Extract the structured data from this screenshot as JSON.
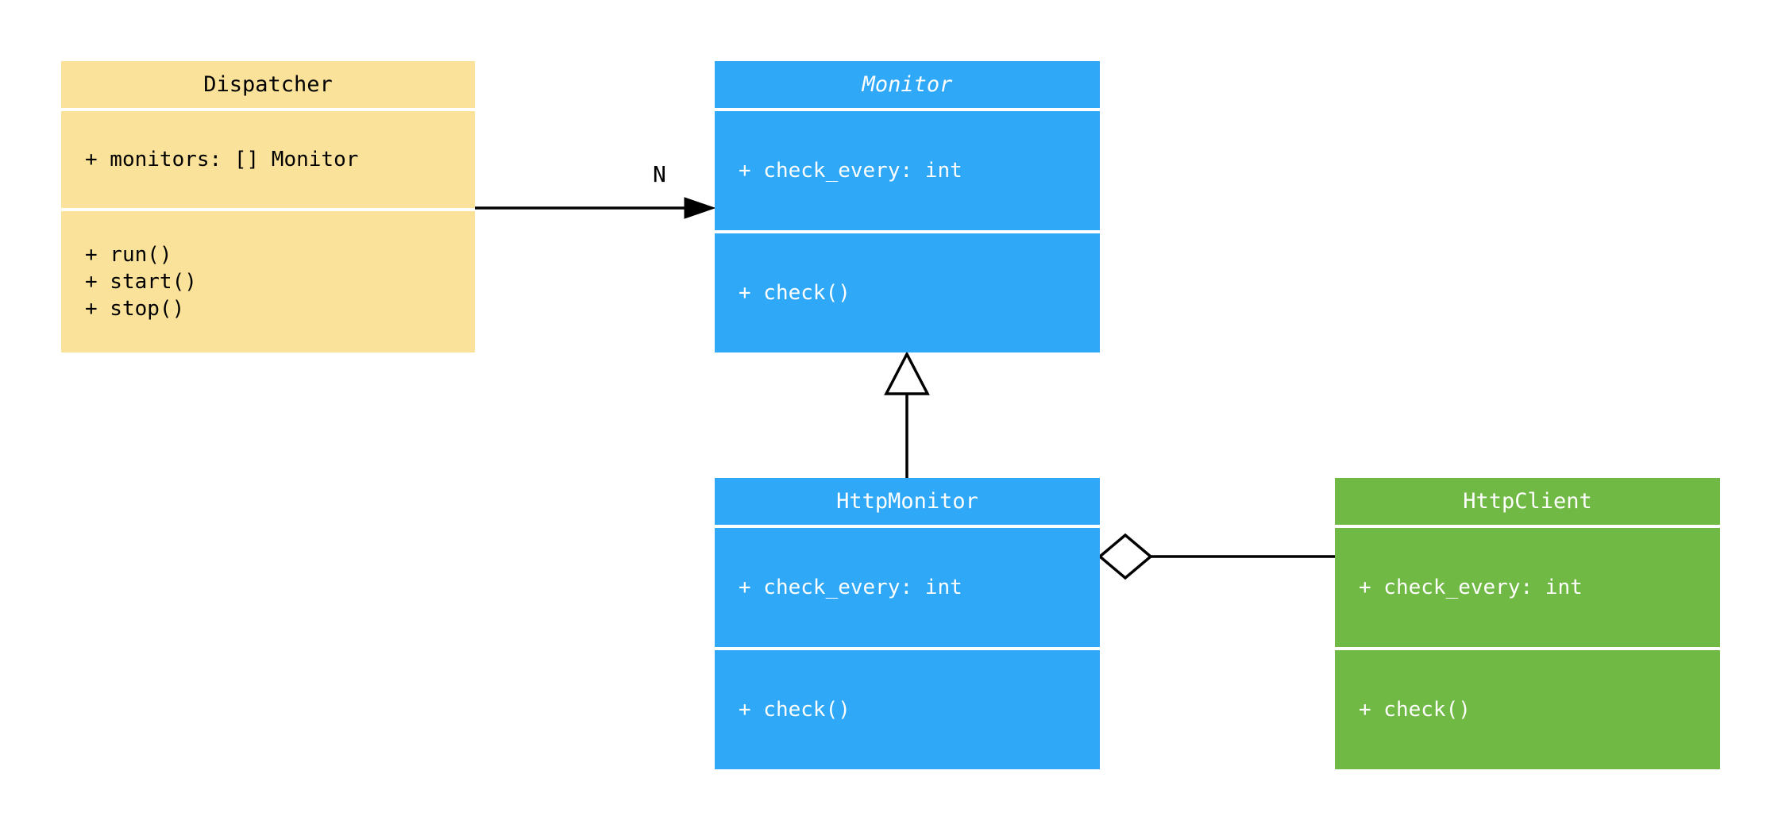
{
  "diagram": {
    "type": "uml-class-diagram",
    "background": "#ffffff",
    "line_color": "#000000",
    "classes": [
      {
        "name": "Dispatcher",
        "title_style": "normal",
        "fill": "#FAE29B",
        "text_color": "#000000",
        "attributes": [
          "+ monitors: [] Monitor"
        ],
        "methods": [
          "+ run()",
          "+ start()",
          "+ stop()"
        ]
      },
      {
        "name": "Monitor",
        "title_style": "italic",
        "fill": "#2FA8F8",
        "text_color": "#FFFFFF",
        "attributes": [
          "+ check_every: int"
        ],
        "methods": [
          "+ check()"
        ]
      },
      {
        "name": "HttpMonitor",
        "title_style": "normal",
        "fill": "#2FA8F8",
        "text_color": "#FFFFFF",
        "attributes": [
          "+ check_every: int"
        ],
        "methods": [
          "+ check()"
        ]
      },
      {
        "name": "HttpClient",
        "title_style": "normal",
        "fill": "#70B944",
        "text_color": "#FFFFFF",
        "attributes": [
          "+ check_every: int"
        ],
        "methods": [
          "+ check()"
        ]
      }
    ],
    "relationships": [
      {
        "from": "Dispatcher",
        "to": "Monitor",
        "type": "association",
        "arrow": "solid-arrowhead",
        "label": "N"
      },
      {
        "from": "HttpMonitor",
        "to": "Monitor",
        "type": "inheritance",
        "arrow": "hollow-triangle",
        "label": ""
      },
      {
        "from": "HttpMonitor",
        "to": "HttpClient",
        "type": "aggregation",
        "arrow": "hollow-diamond",
        "label": ""
      }
    ]
  }
}
